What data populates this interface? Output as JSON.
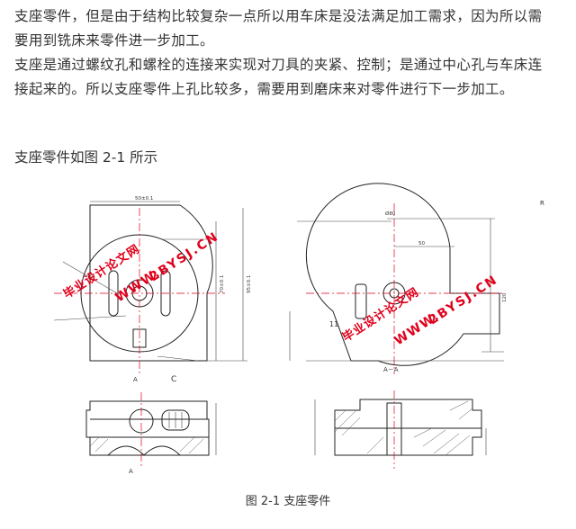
{
  "paragraphs": [
    "支座零件，但是由于结构比较复杂一点所以用车床是没法满足加工需求，因为所以需要用到铣床来零件进一步加工。",
    "支座是通过螺纹孔和螺栓的连接来实现对刀具的夹紧、控制；是通过中心孔与车床连接起来的。所以支座零件上孔比较多，需要用到磨床来对零件进行下一步加工。"
  ],
  "figure_lead": "支座零件如图 2-1 所示",
  "caption": "图 2-1 支座零件",
  "watermarks": {
    "left_domain": "2BYSJ.CN",
    "left_www": "WWW.",
    "left_cn_text": "毕业设计论文网",
    "right_domain": "2BYSJ.CN",
    "right_www": "WWW.",
    "right_cn_text": "毕业设计论文网"
  },
  "drawing_labels": {
    "left_top_dim": "50±0.1",
    "left_right_dim": "95±0.1",
    "left_inner_dim": "70±0.1",
    "left_a1": "A",
    "left_a2": "A",
    "left_c": "C",
    "right_top_dim": "Ø80",
    "right_dim_50": "50",
    "right_dim_120": "120",
    "right_section": "A－A",
    "right_num": "11",
    "right_corner": "R"
  },
  "colors": {
    "text": "#333333",
    "watermark": "#e0001b",
    "lines": "#222222"
  }
}
